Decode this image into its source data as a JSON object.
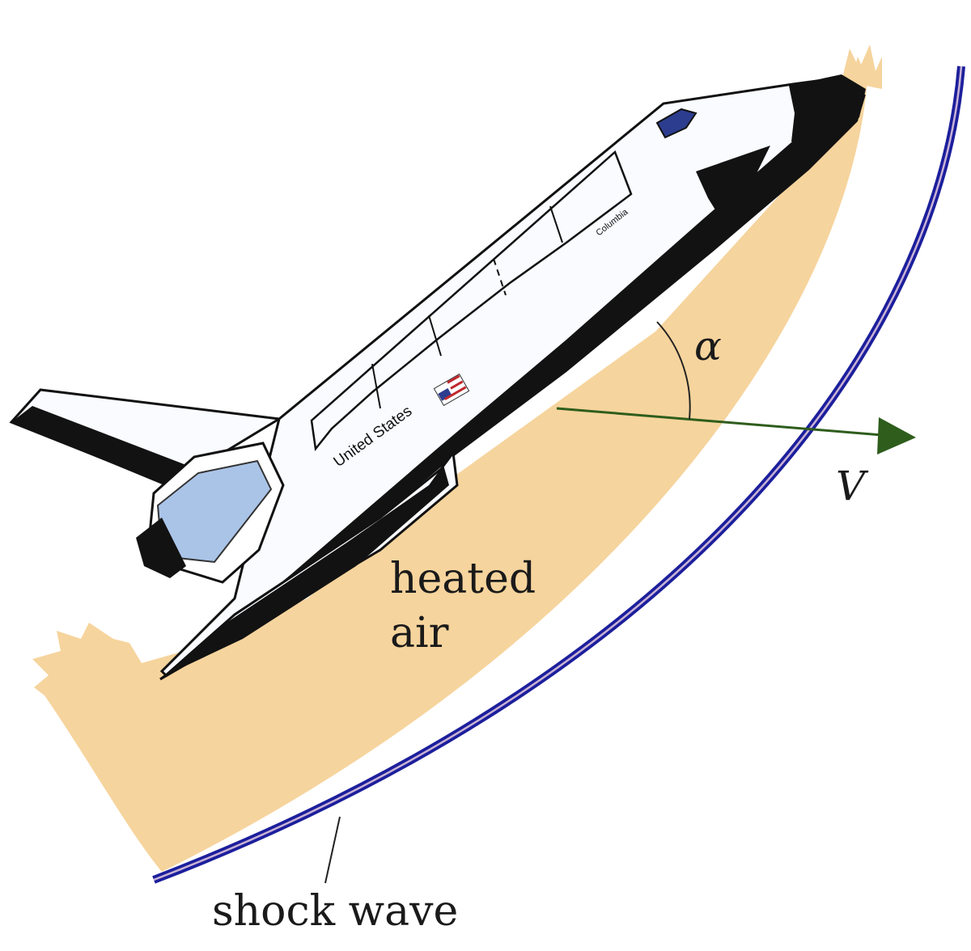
{
  "labels": {
    "alpha": "α",
    "velocity": "V",
    "heated_line1": "heated",
    "heated_line2": "air",
    "shock_wave": "shock wave",
    "orbiter_name": "United States",
    "orbiter_tail_name": "Columbia"
  },
  "colors": {
    "heated_air": "#f6d49d",
    "shock_outer": "#1c1f9c",
    "shock_inner": "#c9b3d6",
    "vector": "#2e5d1c",
    "orbiter_white": "#f9fbff",
    "orbiter_black": "#121212",
    "pod_blue": "#aac4e8",
    "window_blue": "#2c3d8f"
  },
  "icons": {
    "flag": "us-flag-icon"
  }
}
